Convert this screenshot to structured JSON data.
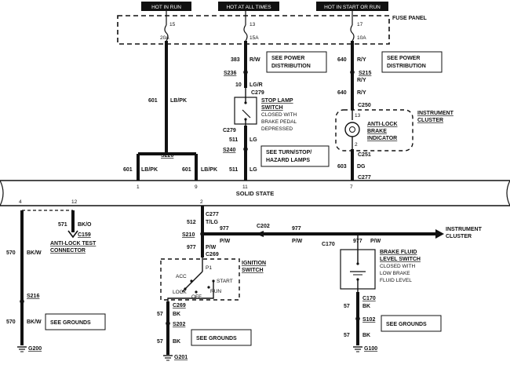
{
  "hot_labels": {
    "run": "HOT IN RUN",
    "all_times": "HOT AT ALL TIMES",
    "start_run": "HOT IN START OR RUN"
  },
  "fuse_panel": {
    "title": "FUSE PANEL",
    "fuses": [
      {
        "num": "15",
        "amp": "20A"
      },
      {
        "num": "13",
        "amp": "15A"
      },
      {
        "num": "17",
        "amp": "10A"
      }
    ]
  },
  "solid_state": {
    "label": "SOLID STATE",
    "pins_top": [
      "1",
      "9",
      "11",
      "7"
    ],
    "pins_bottom": [
      "4",
      "12",
      "2"
    ]
  },
  "circuits": {
    "c383": "383",
    "rw": "R/W",
    "c10": "10",
    "lgr": "LG/R",
    "c511a": "511",
    "c511b": "511",
    "lg_a": "LG",
    "lg_b": "LG",
    "c601": "601",
    "lbpk": "LB/PK",
    "c601_l": "601",
    "lbpk_l": "LB/PK",
    "c601_r": "601",
    "lbpk_r": "LB/PK",
    "c640a": "640",
    "ry_a": "R/Y",
    "c640b": "640",
    "ry_b": "R/Y",
    "c603": "603",
    "dg": "DG",
    "c570a": "570",
    "bkw_a": "BK/W",
    "c570b": "570",
    "bkw_b": "BK/W",
    "c571": "571",
    "bko": "BK/O",
    "c512": "512",
    "tlg": "T/LG",
    "c977a": "977",
    "pw_a": "P/W",
    "c977b": "977",
    "pw_b": "P/W",
    "c977c": "977",
    "pw_c": "P/W",
    "c977d": "977",
    "pw_d": "P/W",
    "c57a": "57",
    "bk_a": "BK",
    "c57b": "57",
    "bk_b": "BK",
    "c57c": "57",
    "bk_c": "BK",
    "c57d": "57",
    "bk_d": "BK"
  },
  "splices": {
    "s236": "S236",
    "s240": "S240",
    "s220": "S220",
    "s215": "S215",
    "s216": "S216",
    "s210": "S210",
    "s202": "S202",
    "s102": "S102"
  },
  "connectors": {
    "c279a": "C279",
    "c279b": "C279",
    "c250": "C250",
    "c251": "C251",
    "c277a": "C277",
    "c277b": "C277",
    "c202": "C202",
    "c269a": "C269",
    "c269b": "C269",
    "c159": "C159",
    "c170a": "C170",
    "c170b": "C170"
  },
  "grounds": {
    "g200": "G200",
    "g201": "G201",
    "g100": "G100"
  },
  "notes": {
    "power1": [
      "SEE POWER",
      "DISTRIBUTION"
    ],
    "power2": [
      "SEE POWER",
      "DISTRIBUTION"
    ],
    "turn": [
      "SEE TURN/STOP/",
      "HAZARD LAMPS"
    ],
    "grounds1": "SEE GROUNDS",
    "grounds2": "SEE GROUNDS",
    "grounds3": "SEE GROUNDS"
  },
  "components": {
    "stop_lamp": [
      "STOP LAMP",
      "SWITCH",
      "CLOSED WITH",
      "BRAKE PEDAL",
      "DEPRESSED"
    ],
    "instrument_cluster_top": [
      "INSTRUMENT",
      "CLUSTER"
    ],
    "abs_indicator": [
      "ANTI-LOCK",
      "BRAKE",
      "INDICATOR"
    ],
    "abs_pin_top": "13",
    "abs_pin_bottom": "2",
    "test_connector": [
      "ANTI-LOCK TEST",
      "CONNECTOR"
    ],
    "ignition": [
      "IGNITION",
      "SWITCH"
    ],
    "ign_p1": "P1",
    "ign_positions": [
      "ACC",
      "LOCK",
      "OFF",
      "RUN",
      "START"
    ],
    "instrument_cluster_right": [
      "INSTRUMENT",
      "CLUSTER"
    ],
    "brake_fluid": [
      "BRAKE FLUID",
      "LEVEL SWITCH",
      "CLOSED WITH",
      "LOW BRAKE",
      "FLUID LEVEL"
    ]
  }
}
